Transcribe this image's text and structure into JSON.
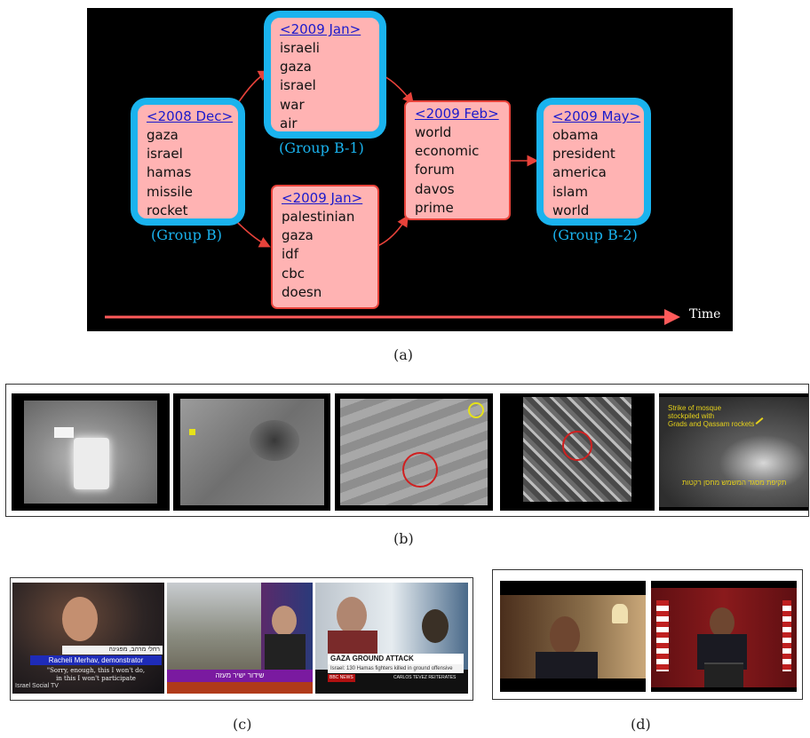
{
  "panels": {
    "a": {
      "caption": "(a)",
      "time_label": "Time",
      "nodes": [
        {
          "id": "dec2008",
          "date": "<2008 Dec>",
          "terms": [
            "gaza",
            "israel",
            "hamas",
            "missile",
            "rocket"
          ],
          "highlighted": true,
          "group_label": "(Group B)"
        },
        {
          "id": "jan2009a",
          "date": "<2009 Jan>",
          "terms": [
            "israeli",
            "gaza",
            "israel",
            "war",
            "air"
          ],
          "highlighted": true,
          "group_label": "(Group B-1)"
        },
        {
          "id": "jan2009b",
          "date": "<2009 Jan>",
          "terms": [
            "palestinian",
            "gaza",
            "idf",
            "cbc",
            "doesn"
          ],
          "highlighted": false,
          "group_label": ""
        },
        {
          "id": "feb2009",
          "date": "<2009 Feb>",
          "terms": [
            "world",
            "economic",
            "forum",
            "davos",
            "prime"
          ],
          "highlighted": false,
          "group_label": ""
        },
        {
          "id": "may2009",
          "date": "<2009 May>",
          "terms": [
            "obama",
            "president",
            "america",
            "islam",
            "world"
          ],
          "highlighted": true,
          "group_label": "(Group B-2)"
        }
      ],
      "edges": [
        [
          "dec2008",
          "jan2009a"
        ],
        [
          "dec2008",
          "jan2009b"
        ],
        [
          "jan2009a",
          "feb2009"
        ],
        [
          "jan2009b",
          "feb2009"
        ],
        [
          "feb2009",
          "may2009"
        ]
      ],
      "colors": {
        "node_fill": "#ffb3b3",
        "node_border": "#e8423a",
        "highlight": "#1ab3ee",
        "date_link": "#1a1acc",
        "arrow": "#e8423a",
        "timeline": "#ff5a5a"
      }
    },
    "b": {
      "caption": "(b)",
      "frames": [
        {
          "name": "thermal-vehicle-frame"
        },
        {
          "name": "aerial-smoke-frame"
        },
        {
          "name": "aerial-target-circle-frame"
        },
        {
          "name": "aerial-buildings-circle-frame"
        },
        {
          "name": "aerial-mosque-strike-frame",
          "overlay": "Strike of mosque\nstockpiled with\nGrads and Qassam rockets",
          "hebrew": "תקיפת מסגד המשמש מחסן רקטות"
        }
      ]
    },
    "c": {
      "caption": "(c)",
      "frames": [
        {
          "name": "demonstrator-frame",
          "hebrew_title": "רחלי מרהב, מפגינה",
          "lower_third": "Racheli Merhav, demonstrator",
          "subtitle": "\"Sorry, enough, this I won't do,\nin this I won't participate",
          "channel": "Israel Social TV"
        },
        {
          "name": "news-studio-frame",
          "ticker": "שידור ישיר מעזה"
        },
        {
          "name": "bbc-news-frame",
          "headline": "GAZA GROUND ATTACK",
          "subline": "Israel: 130 Hamas fighters killed in ground offensive",
          "ticker_brand": "BBC NEWS",
          "ticker_text": "CARLOS TEVEZ REITERATES"
        }
      ]
    },
    "d": {
      "caption": "(d)",
      "frames": [
        {
          "name": "obama-interview-frame"
        },
        {
          "name": "obama-podium-frame"
        }
      ]
    }
  }
}
